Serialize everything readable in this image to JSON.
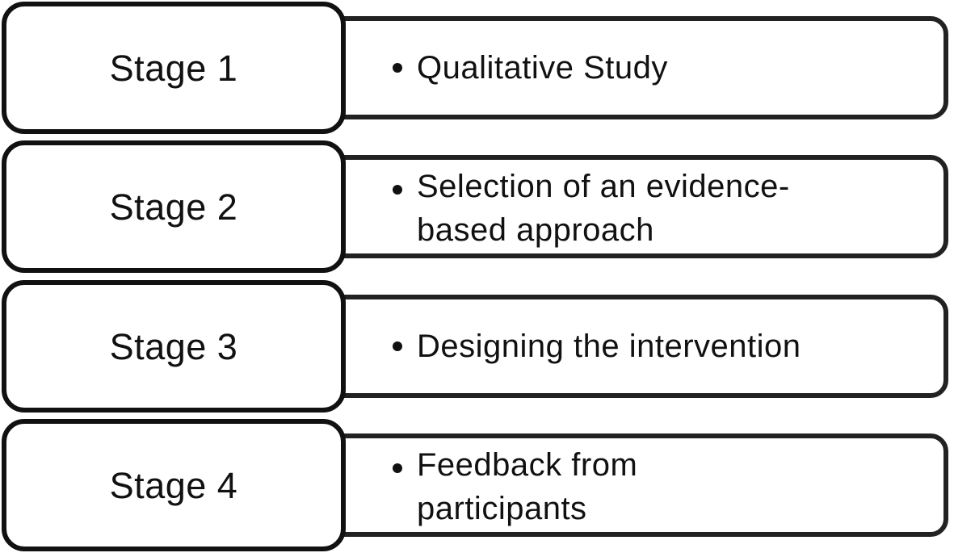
{
  "stages": [
    {
      "label": "Stage 1",
      "description": "Qualitative Study"
    },
    {
      "label": "Stage 2",
      "description": "Selection of an evidence-\nbased approach"
    },
    {
      "label": "Stage 3",
      "description": "Designing the intervention"
    },
    {
      "label": "Stage 4",
      "description": "Feedback from\nparticipants"
    }
  ]
}
